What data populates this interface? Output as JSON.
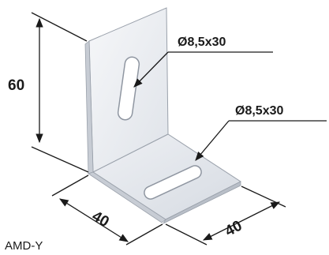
{
  "product": {
    "model": "AMD-Y"
  },
  "dimensions": {
    "height": "60",
    "depth": "40",
    "width": "40"
  },
  "callouts": {
    "vertical_slot": "Ø8,5x30",
    "horizontal_slot": "Ø8,5x30"
  },
  "colors": {
    "bracket_face": "#e9ecf1",
    "bracket_shade": "#c7ccd4",
    "bracket_edge": "#9aa1ab",
    "line": "#1a1a1a"
  }
}
